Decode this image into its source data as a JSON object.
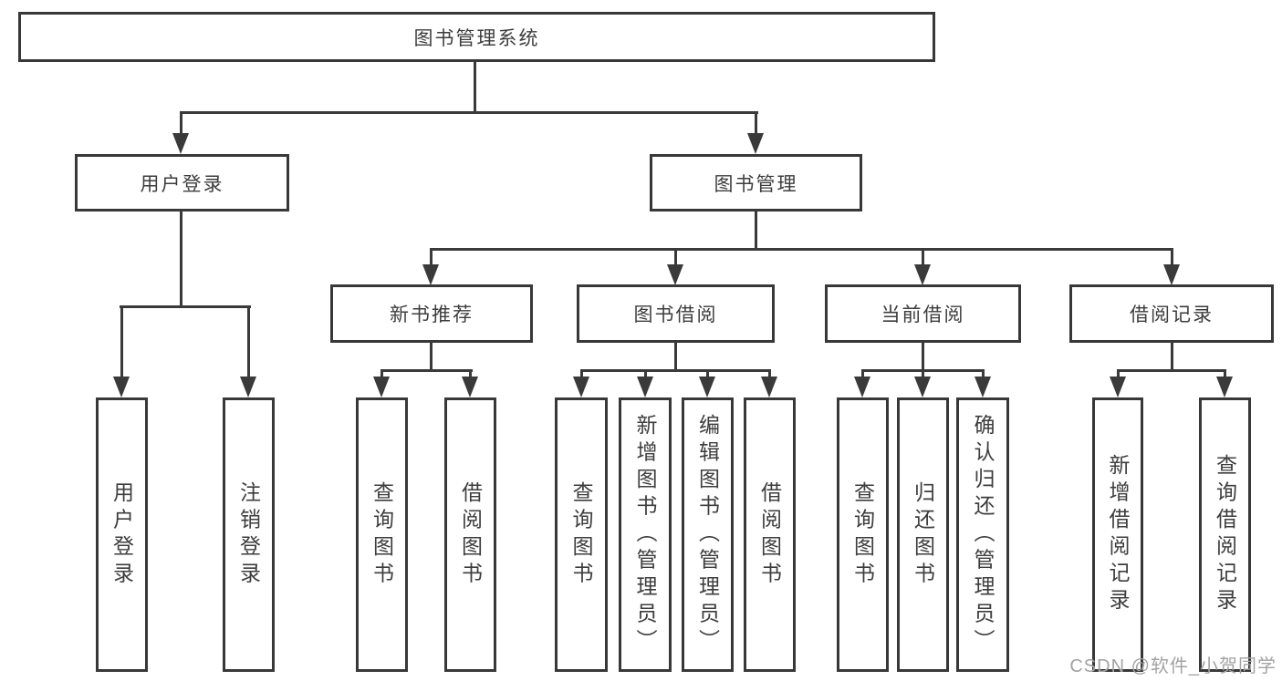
{
  "diagram": {
    "root": {
      "label": "图书管理系统"
    },
    "level2": [
      {
        "label": "用户登录"
      },
      {
        "label": "图书管理"
      }
    ],
    "level3": [
      {
        "label": "新书推荐"
      },
      {
        "label": "图书借阅"
      },
      {
        "label": "当前借阅"
      },
      {
        "label": "借阅记录"
      }
    ],
    "leaves": {
      "user_login_group": [
        "用户登录",
        "注销登录"
      ],
      "new_book_group": [
        "查询图书",
        "借阅图书"
      ],
      "book_borrow_group": [
        "查询图书",
        "新增图书（管理员）",
        "编辑图书（管理员）",
        "借阅图书"
      ],
      "current_borrow_group": [
        "查询图书",
        "归还图书",
        "确认归还（管理员）"
      ],
      "borrow_record_group": [
        "新增借阅记录",
        "查询借阅记录"
      ]
    }
  },
  "watermark": {
    "text": "CSDN @软件_小贺同学",
    "color": "#a3a3a3"
  },
  "colors": {
    "line": "#3a3a3a",
    "text": "#3d3d3d",
    "background": "#ffffff"
  }
}
